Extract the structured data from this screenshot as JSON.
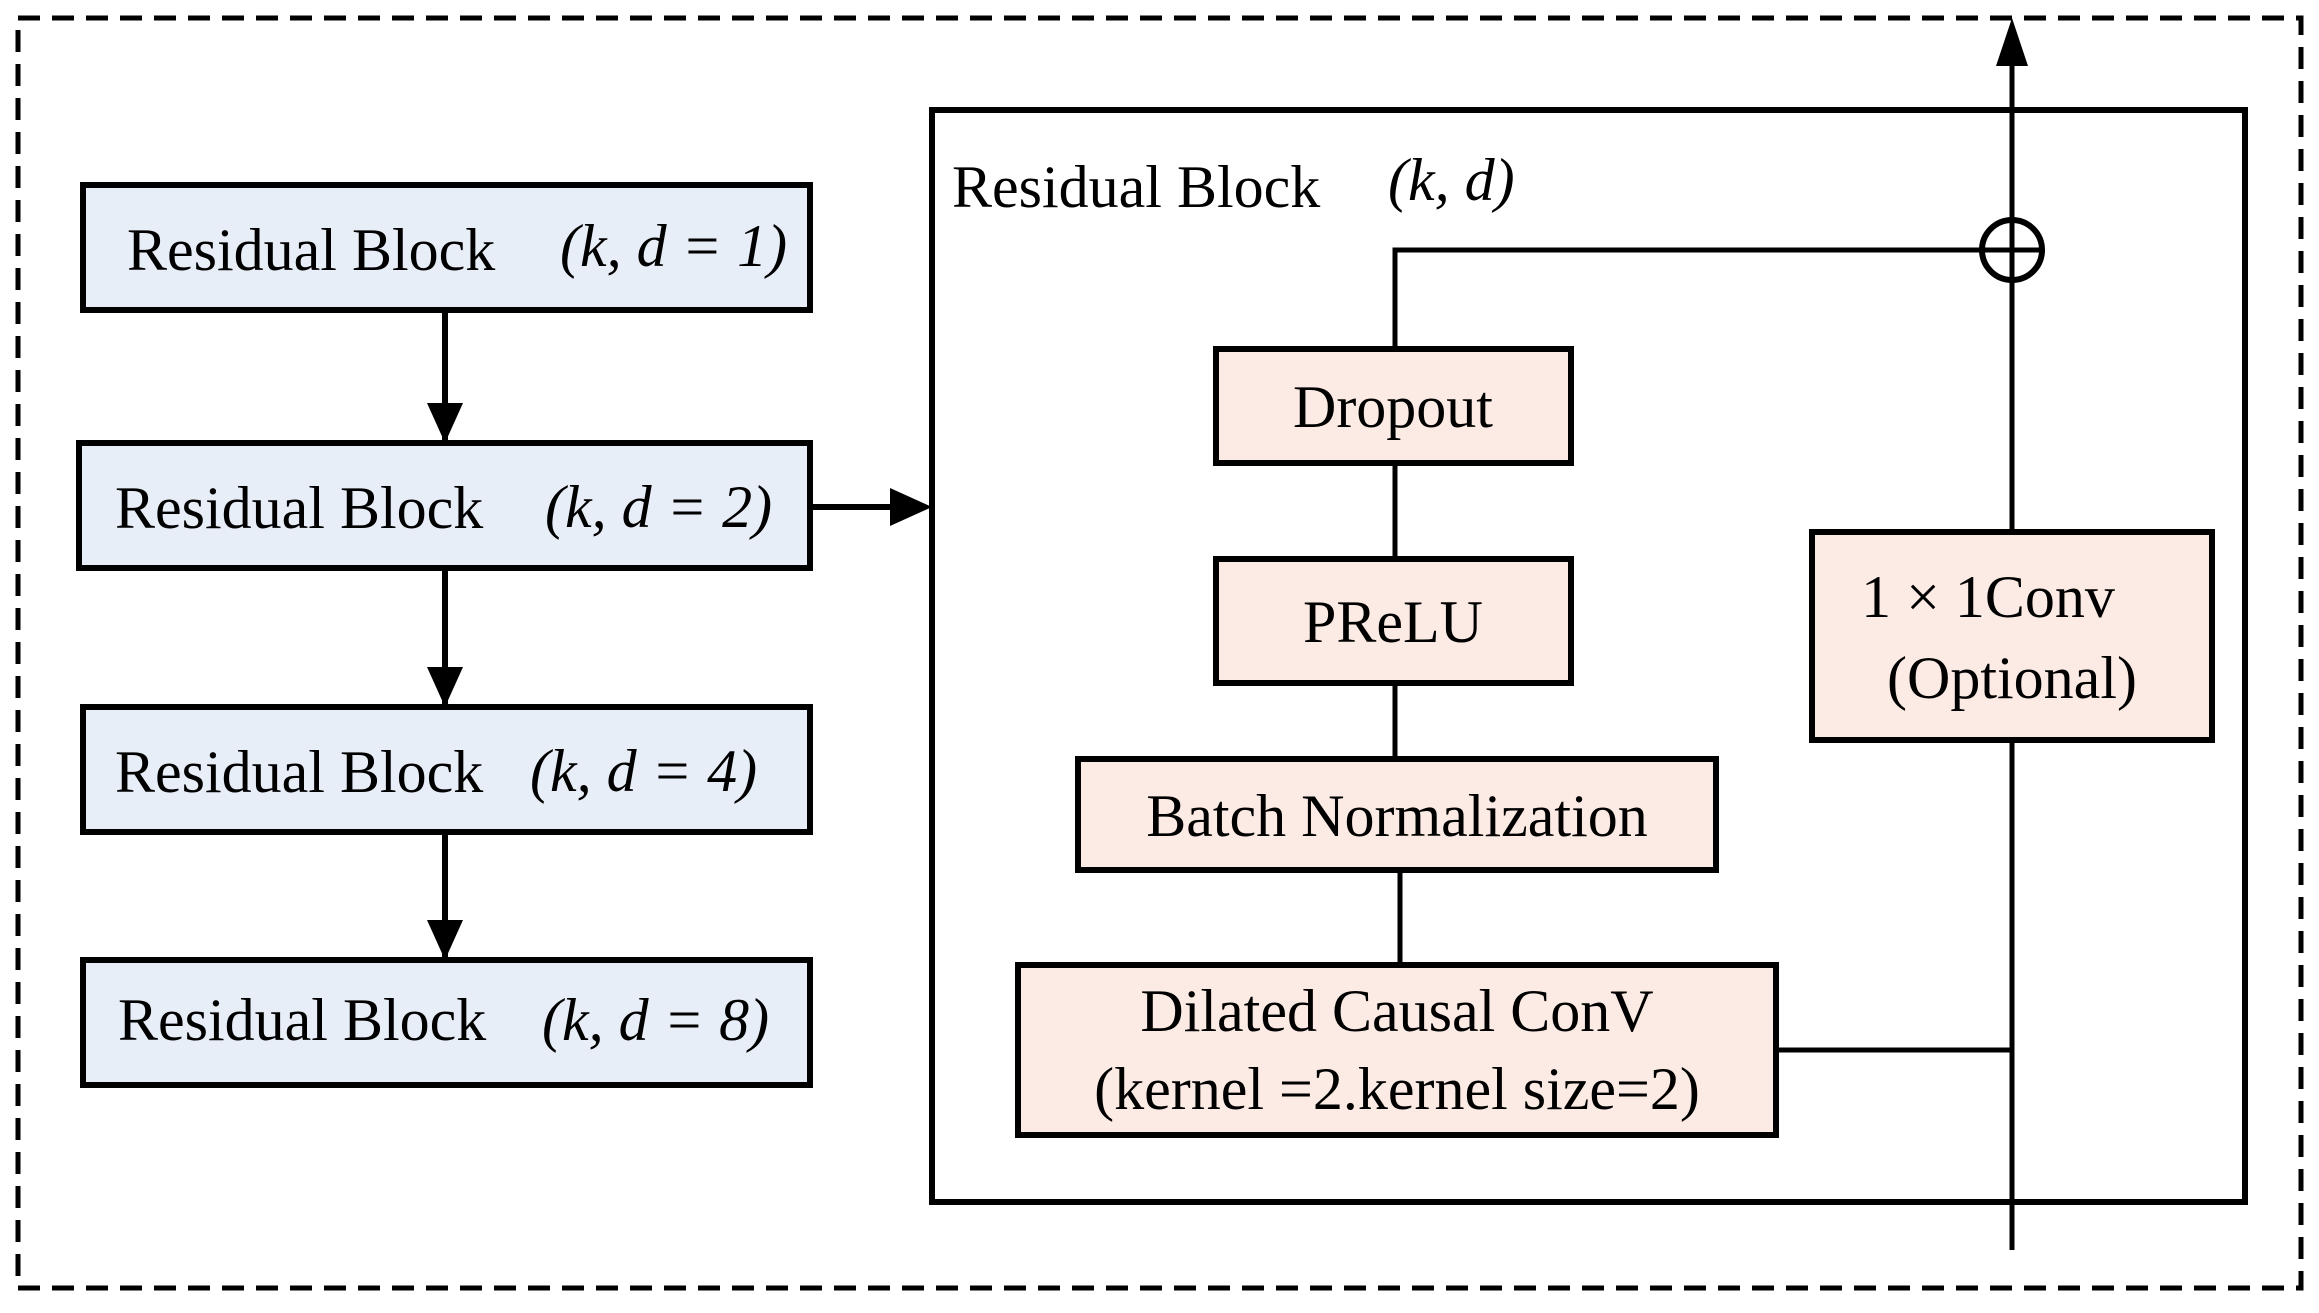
{
  "colors": {
    "blue_fill": "#e8eef8",
    "pink_fill": "#fcebe4",
    "stroke": "#000000",
    "background": "#ffffff"
  },
  "left_stack": {
    "blocks": [
      {
        "label": "Residual Block",
        "math": "(k, d = 1)"
      },
      {
        "label": "Residual Block",
        "math": "(k, d = 2)"
      },
      {
        "label": "Residual Block",
        "math": "(k, d = 4)"
      },
      {
        "label": "Residual Block",
        "math": "(k, d = 8)"
      }
    ]
  },
  "detail": {
    "title": "Residual Block",
    "title_math": "(k, d)",
    "dropout": "Dropout",
    "prelu": "PReLU",
    "batchnorm": "Batch Normalization",
    "dilated_line1": "Dilated Causal ConV",
    "dilated_line2": "(kernel =2.kernel size=2)",
    "conv_line1": "1 × 1Conv",
    "conv_line2": "(Optional)",
    "sum_symbol": "⊕"
  }
}
